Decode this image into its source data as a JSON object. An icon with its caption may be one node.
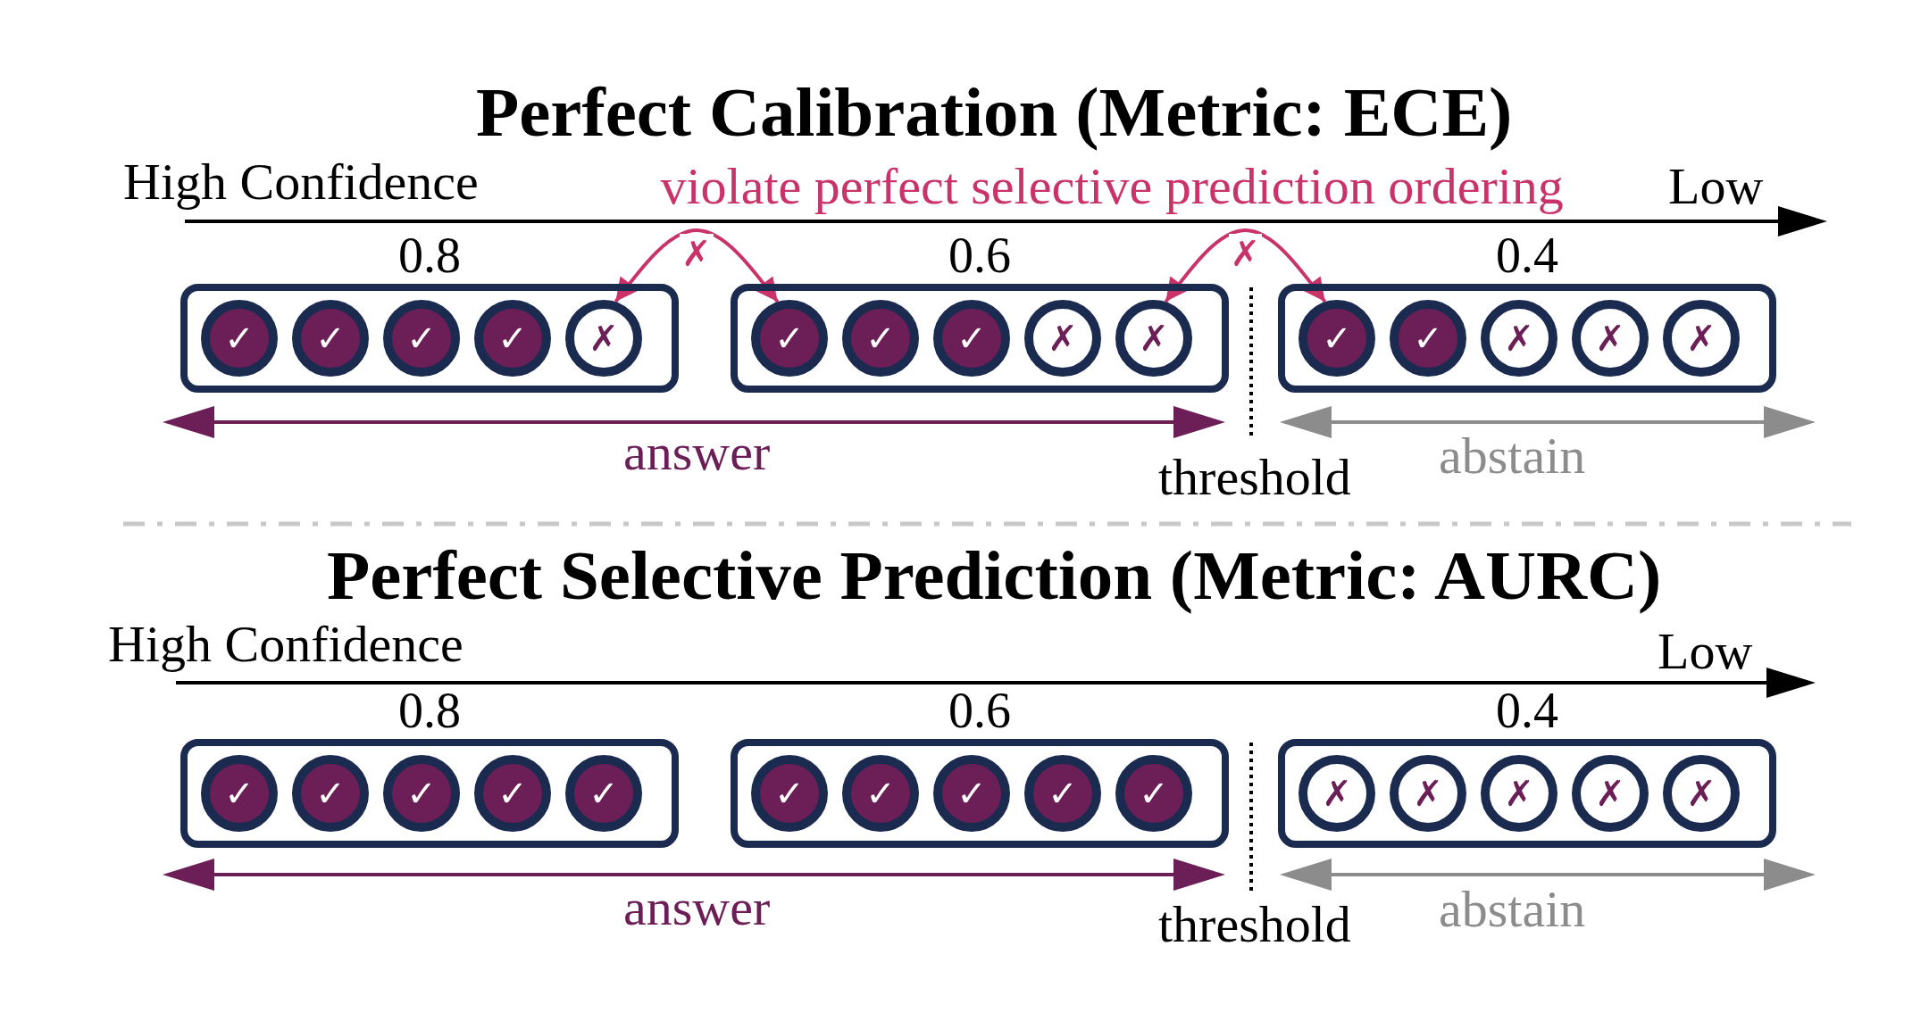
{
  "diagram": {
    "nodes": [
      {
        "text": [
          "0.8"
        ]
      },
      {
        "text": [
          "✓"
        ],
        "in": 0
      },
      {
        "text": [
          "✓"
        ],
        "in": 0
      },
      {
        "text": [
          "✓"
        ],
        "in": 0
      },
      {
        "text": [
          "✓"
        ],
        "in": 0
      },
      {
        "text": [
          "✗"
        ],
        "in": 0
      },
      {
        "text": [
          "0.6"
        ]
      },
      {
        "text": [
          "✓"
        ],
        "in": 6
      },
      {
        "text": [
          "✓"
        ],
        "in": 6
      },
      {
        "text": [
          "✓"
        ],
        "in": 6
      },
      {
        "text": [
          "✗"
        ],
        "in": 6
      },
      {
        "text": [
          "✗"
        ],
        "in": 6
      },
      {
        "text": [
          "0.4"
        ]
      },
      {
        "text": [
          "✓"
        ],
        "in": 12
      },
      {
        "text": [
          "✓"
        ],
        "in": 12
      },
      {
        "text": [
          "✗"
        ],
        "in": 12
      },
      {
        "text": [
          "✗"
        ],
        "in": 12
      },
      {
        "text": [
          "✗"
        ],
        "in": 12
      },
      {
        "text": [
          "0.8"
        ]
      },
      {
        "text": [
          "✓"
        ],
        "in": 18
      },
      {
        "text": [
          "✓"
        ],
        "in": 18
      },
      {
        "text": [
          "✓"
        ],
        "in": 18
      },
      {
        "text": [
          "✓"
        ],
        "in": 18
      },
      {
        "text": [
          "✓"
        ],
        "in": 18
      },
      {
        "text": [
          "0.6"
        ]
      },
      {
        "text": [
          "✓"
        ],
        "in": 24
      },
      {
        "text": [
          "✓"
        ],
        "in": 24
      },
      {
        "text": [
          "✓"
        ],
        "in": 24
      },
      {
        "text": [
          "✓"
        ],
        "in": 24
      },
      {
        "text": [
          "✓"
        ],
        "in": 24
      },
      {
        "text": [
          "0.4"
        ]
      },
      {
        "text": [
          "✗"
        ],
        "in": 30
      },
      {
        "text": [
          "✗"
        ],
        "in": 30
      },
      {
        "text": [
          "✗"
        ],
        "in": 30
      },
      {
        "text": [
          "✗"
        ],
        "in": 30
      },
      {
        "text": [
          "✗"
        ],
        "in": 30
      }
    ],
    "edges": [
      {
        "from": 5,
        "to": 7,
        "arrow": "both",
        "label": "✗"
      },
      {
        "from": 11,
        "to": 13,
        "arrow": "both",
        "label": "✗"
      }
    ],
    "labels": [
      "Perfect Calibration (Metric: ECE)",
      "High Confidence",
      "violate perfect selective prediction ordering",
      "Low",
      "answer",
      "threshold",
      "abstain",
      "Perfect Selective Prediction (Metric: AURC)",
      "High Confidence",
      "Low",
      "answer",
      "threshold",
      "abstain"
    ]
  }
}
